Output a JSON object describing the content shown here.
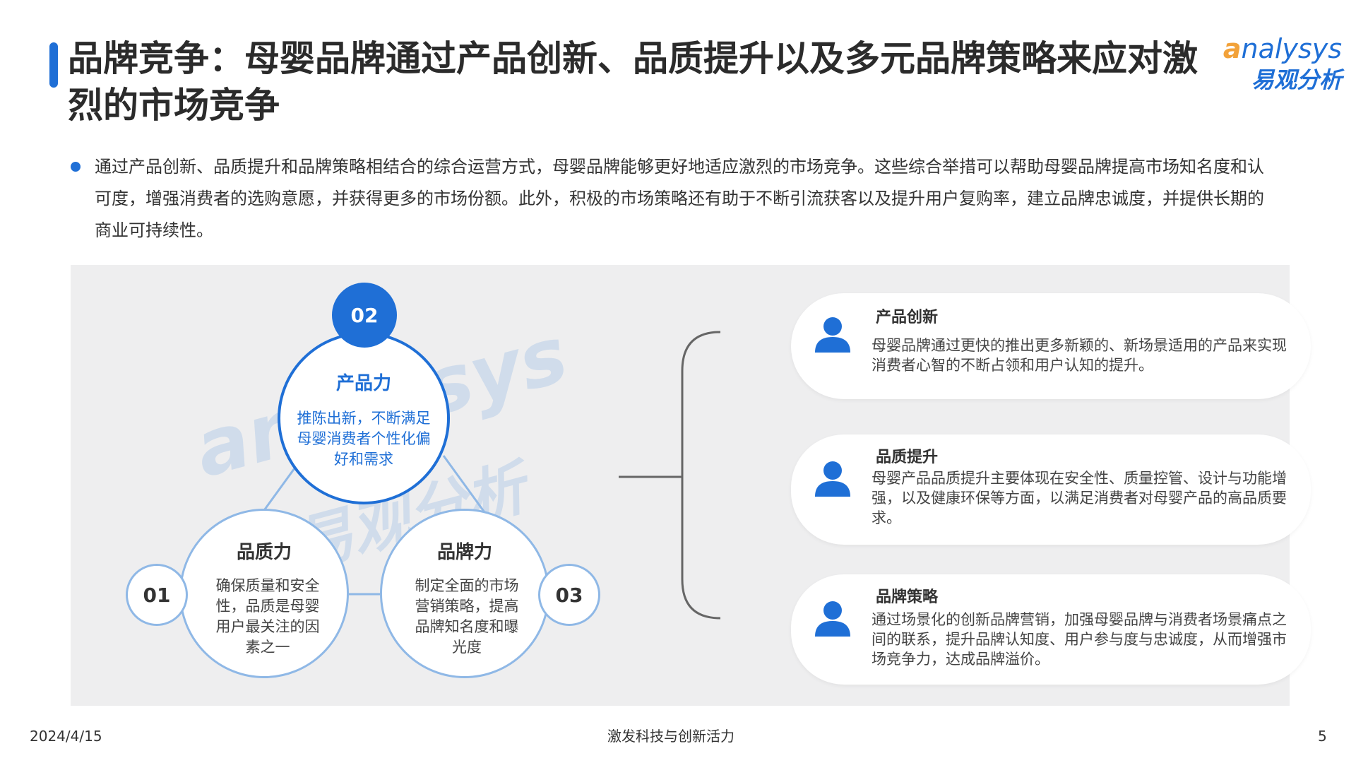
{
  "title": "品牌竞争：母婴品牌通过产品创新、品质提升以及多元品牌策略来应对激烈的市场竞争",
  "logo": {
    "en_first": "a",
    "en_rest": "nalysys",
    "cn": "易观分析"
  },
  "bullet": "通过产品创新、品质提升和品牌策略相结合的综合运营方式，母婴品牌能够更好地适应激烈的市场竞争。这些综合举措可以帮助母婴品牌提高市场知名度和认可度，增强消费者的选购意愿，并获得更多的市场份额。此外，积极的市场策略还有助于不断引流获客以及提升用户复购率，建立品牌忠诚度，并提供长期的商业可持续性。",
  "watermark": {
    "en": "analysys",
    "cn": "易观分析"
  },
  "circles": {
    "top": {
      "num": "02",
      "title": "产品力",
      "desc": "推陈出新，不断满足母婴消费者个性化偏好和需求"
    },
    "left": {
      "num": "01",
      "title": "品质力",
      "desc": "确保质量和安全性，品质是母婴用户最关注的因素之一"
    },
    "right": {
      "num": "03",
      "title": "品牌力",
      "desc": "制定全面的市场营销策略，提高品牌知名度和曝光度"
    }
  },
  "cards": [
    {
      "title": "产品创新",
      "text": "母婴品牌通过更快的推出更多新颖的、新场景适用的产品来实现消费者心智的不断占领和用户认知的提升。"
    },
    {
      "title": "品质提升",
      "text": "母婴产品品质提升主要体现在安全性、质量控管、设计与功能增强，以及健康环保等方面，以满足消费者对母婴产品的高品质要求。"
    },
    {
      "title": "品牌策略",
      "text": "通过场景化的创新品牌营销，加强母婴品牌与消费者场景痛点之间的联系，提升品牌认知度、用户参与度与忠诚度，从而增强市场竞争力，达成品牌溢价。"
    }
  ],
  "footer": {
    "date": "2024/4/15",
    "slogan": "激发科技与创新活力",
    "page": "5"
  },
  "colors": {
    "accent": "#1f6fd6",
    "light_ring": "#8fb8e6",
    "panel_bg": "#eeeeef",
    "logo_orange": "#f2a23a"
  },
  "icons": {
    "card_icon": "person-icon"
  }
}
